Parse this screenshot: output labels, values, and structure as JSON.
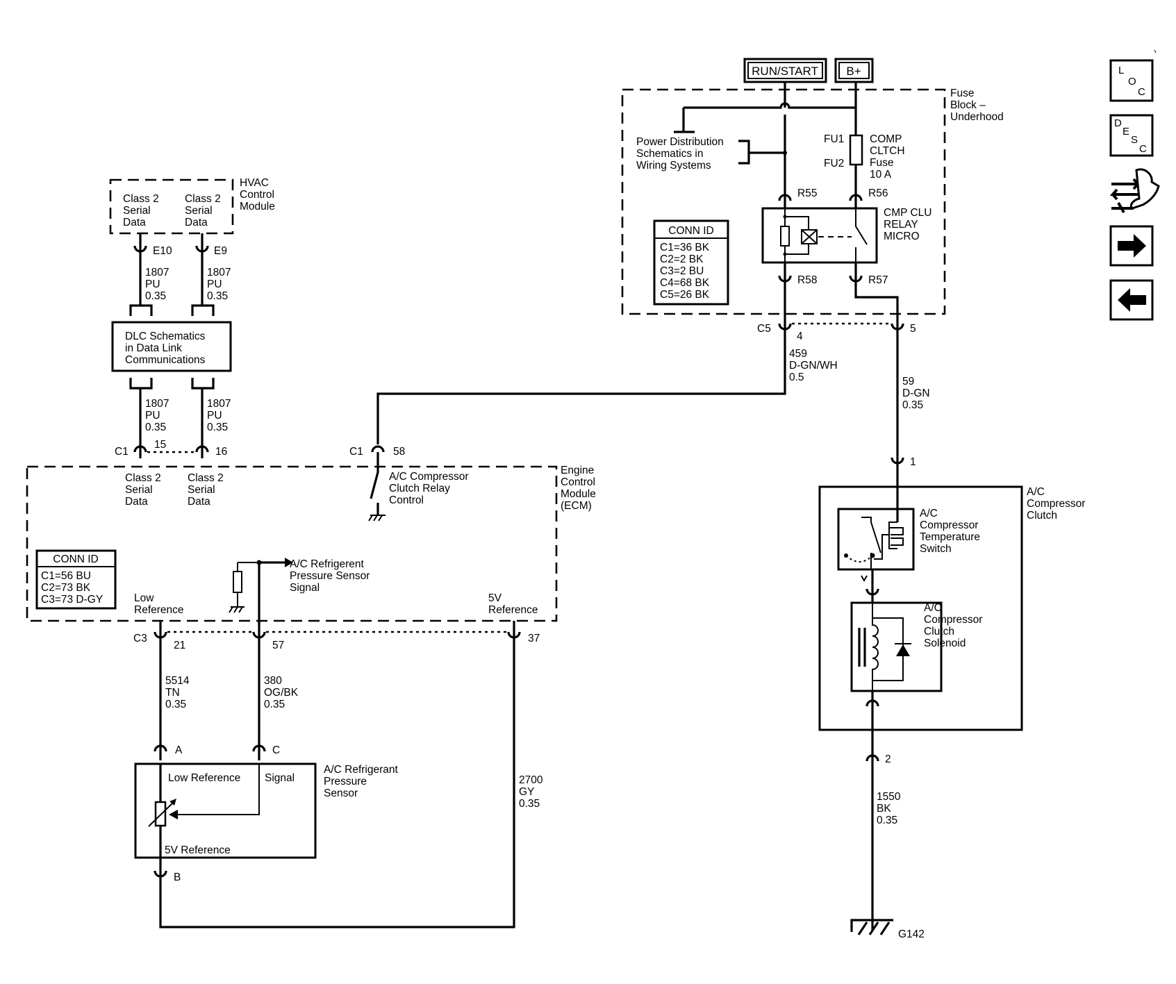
{
  "power": {
    "run_start": "RUN/START",
    "bplus": "B+"
  },
  "fuse_block": {
    "title": [
      "Fuse",
      "Block –",
      "Underhood"
    ],
    "pd_ref": [
      "Power Distribution",
      "Schematics in",
      "Wiring Systems"
    ],
    "fu1": "FU1",
    "fu2": "FU2",
    "fuse": [
      "COMP",
      "CLTCH",
      "Fuse",
      "10 A"
    ],
    "r55": "R55",
    "r56": "R56",
    "r58": "R58",
    "r57": "R57",
    "relay": [
      "CMP CLU",
      "RELAY",
      "MICRO"
    ],
    "conn_id_title": "CONN ID",
    "conn_ids": [
      "C1=36 BK",
      "C2=2 BK",
      "C3=2 BU",
      "C4=68 BK",
      "C5=26 BK"
    ],
    "c5": "C5",
    "pin4": "4",
    "pin5": "5"
  },
  "hvac": {
    "title": [
      "HVAC",
      "Control",
      "Module"
    ],
    "left": [
      "Class 2",
      "Serial",
      "Data"
    ],
    "right": [
      "Class 2",
      "Serial",
      "Data"
    ],
    "e10": "E10",
    "e9": "E9"
  },
  "wires": {
    "w1807a": [
      "1807",
      "PU",
      "0.35"
    ],
    "w1807b": [
      "1807",
      "PU",
      "0.35"
    ],
    "w1807c": [
      "1807",
      "PU",
      "0.35"
    ],
    "w1807d": [
      "1807",
      "PU",
      "0.35"
    ],
    "w459": [
      "459",
      "D-GN/WH",
      "0.5"
    ],
    "w59": [
      "59",
      "D-GN",
      "0.35"
    ],
    "w5514": [
      "5514",
      "TN",
      "0.35"
    ],
    "w380": [
      "380",
      "OG/BK",
      "0.35"
    ],
    "w2700": [
      "2700",
      "GY",
      "0.35"
    ],
    "w1550": [
      "1550",
      "BK",
      "0.35"
    ]
  },
  "dlc": {
    "text": [
      "DLC Schematics",
      "in Data Link",
      "Communications"
    ]
  },
  "ecm": {
    "title": [
      "Engine",
      "Control",
      "Module",
      "(ECM)"
    ],
    "c1": "C1",
    "pin15": "15",
    "pin16": "16",
    "c1b": "C1",
    "pin58": "58",
    "class2_left": [
      "Class 2",
      "Serial",
      "Data"
    ],
    "class2_right": [
      "Class 2",
      "Serial",
      "Data"
    ],
    "relay_control": [
      "A/C Compressor",
      "Clutch Relay",
      "Control"
    ],
    "conn_id_title": "CONN ID",
    "conn_ids": [
      "C1=56 BU",
      "C2=73 BK",
      "C3=73 D-GY"
    ],
    "pressure_signal": [
      "A/C Refrigerent",
      "Pressure Sensor",
      "Signal"
    ],
    "low_ref": [
      "Low",
      "Reference"
    ],
    "five_ref": [
      "5V",
      "Reference"
    ],
    "c3": "C3",
    "pin21": "21",
    "pin57": "57",
    "pin37": "37"
  },
  "sensor": {
    "pin_a": "A",
    "pin_c": "C",
    "pin_b": "B",
    "low_ref": "Low Reference",
    "signal": "Signal",
    "five_ref": "5V Reference",
    "title": [
      "A/C Refrigerant",
      "Pressure",
      "Sensor"
    ]
  },
  "clutch": {
    "pin1": "1",
    "pin2": "2",
    "title": [
      "A/C",
      "Compressor",
      "Clutch"
    ],
    "temp_switch": [
      "A/C",
      "Compressor",
      "Temperature",
      "Switch"
    ],
    "solenoid": [
      "A/C",
      "Compressor",
      "Clutch",
      "Solenoid"
    ]
  },
  "ground": {
    "label": "G142"
  },
  "nav": {
    "loc": [
      "L",
      "O",
      "C"
    ],
    "desc": [
      "D",
      "E",
      "S",
      "C"
    ],
    "icons": [
      "connector-icon",
      "arrow-right-icon",
      "arrow-left-icon"
    ]
  }
}
